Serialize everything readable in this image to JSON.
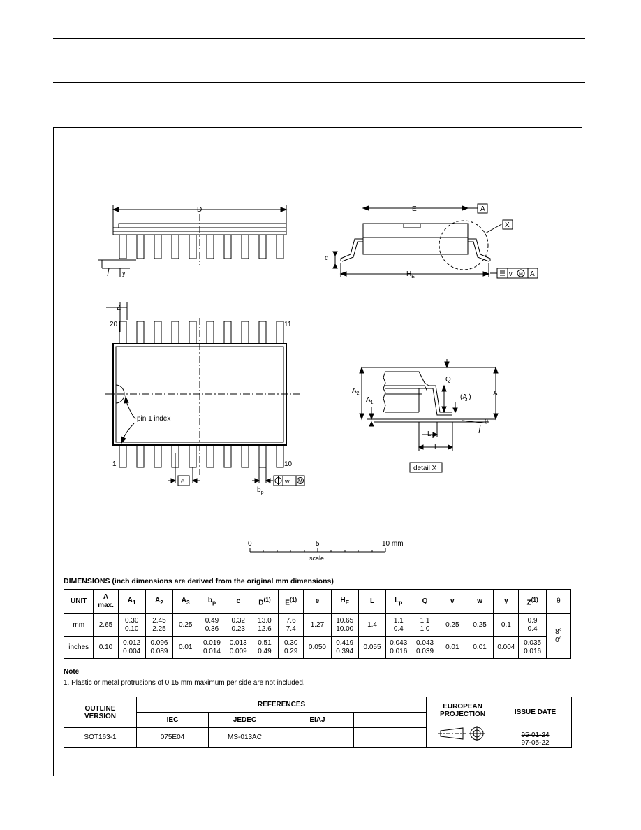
{
  "drawing": {
    "labels": {
      "D": "D",
      "E": "E",
      "A_ref": "A",
      "X_ref": "X",
      "c": "c",
      "HE": "H",
      "HE_sub": "E",
      "y": "y",
      "v": "v",
      "M": "M",
      "A_box": "A",
      "Z": "Z",
      "pin20": "20",
      "pin11": "11",
      "pin1": "1",
      "pin10": "10",
      "pin1_index": "pin 1 index",
      "e": "e",
      "bp": "b",
      "bp_sub": "p",
      "w": "w",
      "Q": "Q",
      "A2": "A",
      "A2_sub": "2",
      "A1": "A",
      "A1_sub": "1",
      "A3": "(A )",
      "A3_sub": "3",
      "A_dim": "A",
      "theta": "θ",
      "Lp": "L",
      "Lp_sub": "p",
      "L": "L",
      "detail": "detail X"
    },
    "scale": {
      "t0": "0",
      "t5": "5",
      "t10": "10 mm",
      "caption": "scale"
    }
  },
  "dimensions": {
    "title": "DIMENSIONS (inch dimensions are derived from the original mm dimensions)",
    "headers": [
      "UNIT",
      "A max.",
      "A1",
      "A2",
      "A3",
      "bp",
      "c",
      "D(1)",
      "E(1)",
      "e",
      "HE",
      "L",
      "Lp",
      "Q",
      "v",
      "w",
      "y",
      "Z(1)",
      "θ"
    ],
    "header_main": [
      "UNIT",
      "A",
      "A",
      "A",
      "A",
      "b",
      "c",
      "D",
      "E",
      "e",
      "H",
      "L",
      "L",
      "Q",
      "v",
      "w",
      "y",
      "Z",
      "θ"
    ],
    "header_sub": [
      "",
      "max.",
      "1",
      "2",
      "3",
      "p",
      "",
      "",
      "",
      "",
      "E",
      "",
      "p",
      "",
      "",
      "",
      "",
      "",
      ""
    ],
    "header_sup": [
      "",
      "",
      "",
      "",
      "",
      "",
      "",
      "(1)",
      "(1)",
      "",
      "",
      "",
      "",
      "",
      "",
      "",
      "",
      "(1)",
      ""
    ],
    "mm": {
      "unit": "mm",
      "A": "2.65",
      "A1": [
        "0.30",
        "0.10"
      ],
      "A2": [
        "2.45",
        "2.25"
      ],
      "A3": "0.25",
      "bp": [
        "0.49",
        "0.36"
      ],
      "c": [
        "0.32",
        "0.23"
      ],
      "D": [
        "13.0",
        "12.6"
      ],
      "E": [
        "7.6",
        "7.4"
      ],
      "e": "1.27",
      "HE": [
        "10.65",
        "10.00"
      ],
      "L": "1.4",
      "Lp": [
        "1.1",
        "0.4"
      ],
      "Q": [
        "1.1",
        "1.0"
      ],
      "v": "0.25",
      "w": "0.25",
      "y": "0.1",
      "Z": [
        "0.9",
        "0.4"
      ]
    },
    "inches": {
      "unit": "inches",
      "A": "0.10",
      "A1": [
        "0.012",
        "0.004"
      ],
      "A2": [
        "0.096",
        "0.089"
      ],
      "A3": "0.01",
      "bp": [
        "0.019",
        "0.014"
      ],
      "c": [
        "0.013",
        "0.009"
      ],
      "D": [
        "0.51",
        "0.49"
      ],
      "E": [
        "0.30",
        "0.29"
      ],
      "e": "0.050",
      "HE": [
        "0.419",
        "0.394"
      ],
      "L": "0.055",
      "Lp": [
        "0.043",
        "0.016"
      ],
      "Q": [
        "0.043",
        "0.039"
      ],
      "v": "0.01",
      "w": "0.01",
      "y": "0.004",
      "Z": [
        "0.035",
        "0.016"
      ]
    },
    "theta": [
      "8°",
      "0°"
    ]
  },
  "note": {
    "heading": "Note",
    "text": "1. Plastic or metal protrusions of 0.15 mm maximum per side are not included."
  },
  "references": {
    "outline_label": "OUTLINE VERSION",
    "outline_line1": "OUTLINE",
    "outline_line2": "VERSION",
    "references_label": "REFERENCES",
    "iec_label": "IEC",
    "jedec_label": "JEDEC",
    "eiaj_label": "EIAJ",
    "projection_line1": "EUROPEAN",
    "projection_line2": "PROJECTION",
    "issue_label": "ISSUE DATE",
    "outline_value": "SOT163-1",
    "iec_value": "075E04",
    "jedec_value": "MS-013AC",
    "eiaj_value": "",
    "issue_old": "95-01-24",
    "issue_new": "97-05-22"
  }
}
